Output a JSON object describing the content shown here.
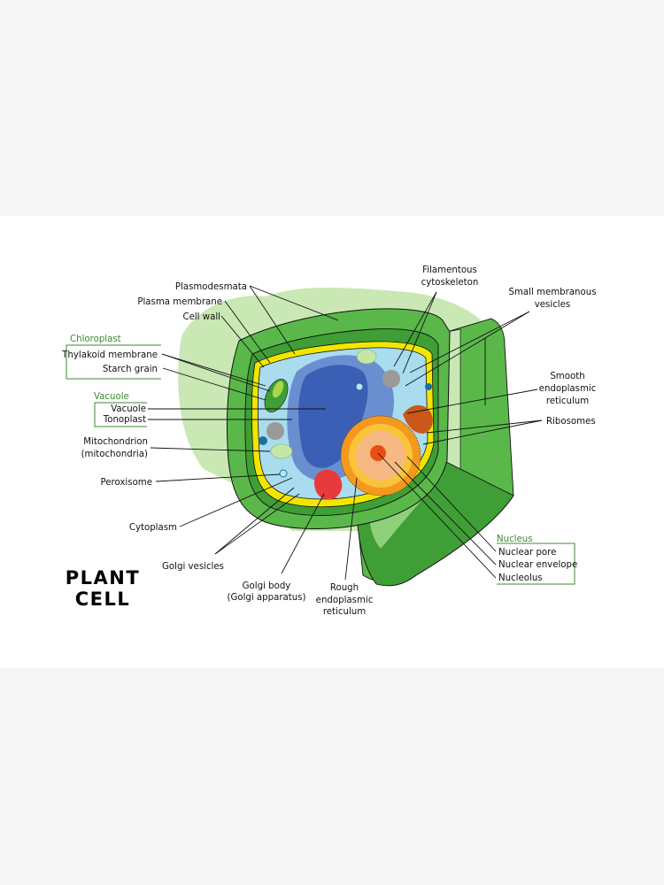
{
  "title": {
    "line1": "PLANT",
    "line2": "CELL"
  },
  "groups": {
    "chloroplast": {
      "heading": "Chloroplast",
      "items": [
        "Thylakoid membrane",
        "Starch grain"
      ]
    },
    "vacuole": {
      "heading": "Vacuole",
      "items": [
        "Vacuole",
        "Tonoplast"
      ]
    },
    "nucleus": {
      "heading": "Nucleus",
      "items": [
        "Nuclear pore",
        "Nuclear envelope",
        "Nucleolus"
      ]
    }
  },
  "labels": {
    "plasmodesmata": "Plasmodesmata",
    "plasma_membrane": "Plasma membrane",
    "cell_wall": "Cell wall",
    "mitochondrion": [
      "Mitochondrion",
      "(mitochondria)"
    ],
    "peroxisome": "Peroxisome",
    "cytoplasm": "Cytoplasm",
    "golgi_vesicles": "Golgi vesicles",
    "golgi_body": [
      "Golgi body",
      "(Golgi apparatus)"
    ],
    "rough_er": [
      "Rough",
      "endoplasmic",
      "reticulum"
    ],
    "filamentous_cytoskeleton": [
      "Filamentous",
      "cytoskeleton"
    ],
    "small_vesicles": [
      "Small membranous",
      "vesicles"
    ],
    "smooth_er": [
      "Smooth",
      "endoplasmic",
      "reticulum"
    ],
    "ribosomes": "Ribosomes"
  },
  "colors": {
    "wall_dark": "#3f9e35",
    "wall_mid": "#5ab84a",
    "wall_light": "#c9e8b4",
    "membrane": "#f2e600",
    "cytoplasm": "#a9dcef",
    "vacuole": "#3a5fb5",
    "nucleus": "#f39a1e",
    "group_label": "#3d8a32"
  }
}
